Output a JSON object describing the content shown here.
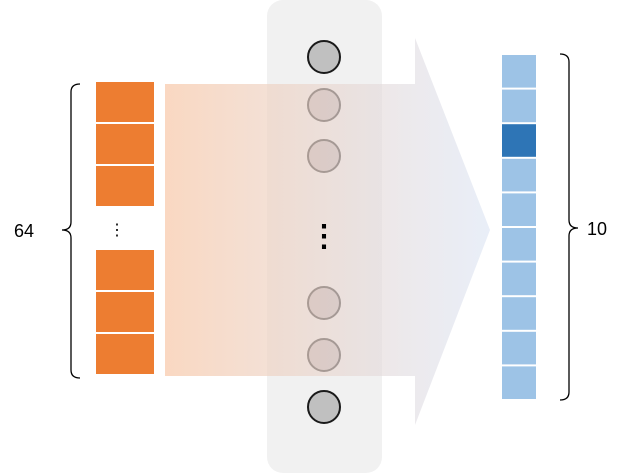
{
  "input": {
    "label": "64",
    "ellipsis": "⋮",
    "cell_color": "#ED7D31"
  },
  "hidden": {
    "ellipsis": "⋮",
    "node_color": "#BDB3B6",
    "edge_node_color": "#C0C0C0"
  },
  "output": {
    "label": "10",
    "cell_count": 10,
    "highlighted_index": 2,
    "cell_color": "#9DC3E6",
    "highlight_color": "#2E75B6"
  }
}
